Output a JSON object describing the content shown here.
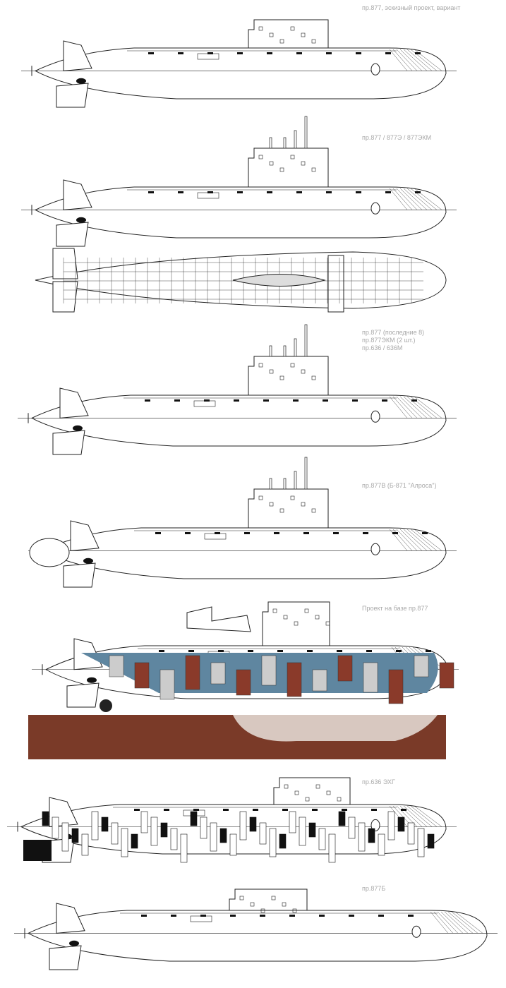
{
  "labels": [
    {
      "lines": [
        "пр.877, эскизный проект, вариант"
      ]
    },
    {
      "lines": [
        "пр.877 / 877Э / 877ЭКМ"
      ]
    },
    {
      "lines": [
        "пр.877 (последние 8)",
        "пр.877ЭКМ (2 шт.)",
        "пр.636 / 636М"
      ]
    },
    {
      "lines": [
        "пр.877В (Б-871 \"Алроса\")"
      ]
    },
    {
      "lines": [
        "Проект на базе пр.877"
      ]
    },
    {
      "lines": [
        "пр.636 ЭХГ"
      ]
    },
    {
      "lines": [
        "пр.877Б"
      ]
    }
  ],
  "colors": {
    "line": "#222222",
    "label": "#a8a8a8",
    "cutaway_blue": "#5f86a0",
    "cutaway_red": "#8a3a2a",
    "seabed": "#7a3a28"
  }
}
